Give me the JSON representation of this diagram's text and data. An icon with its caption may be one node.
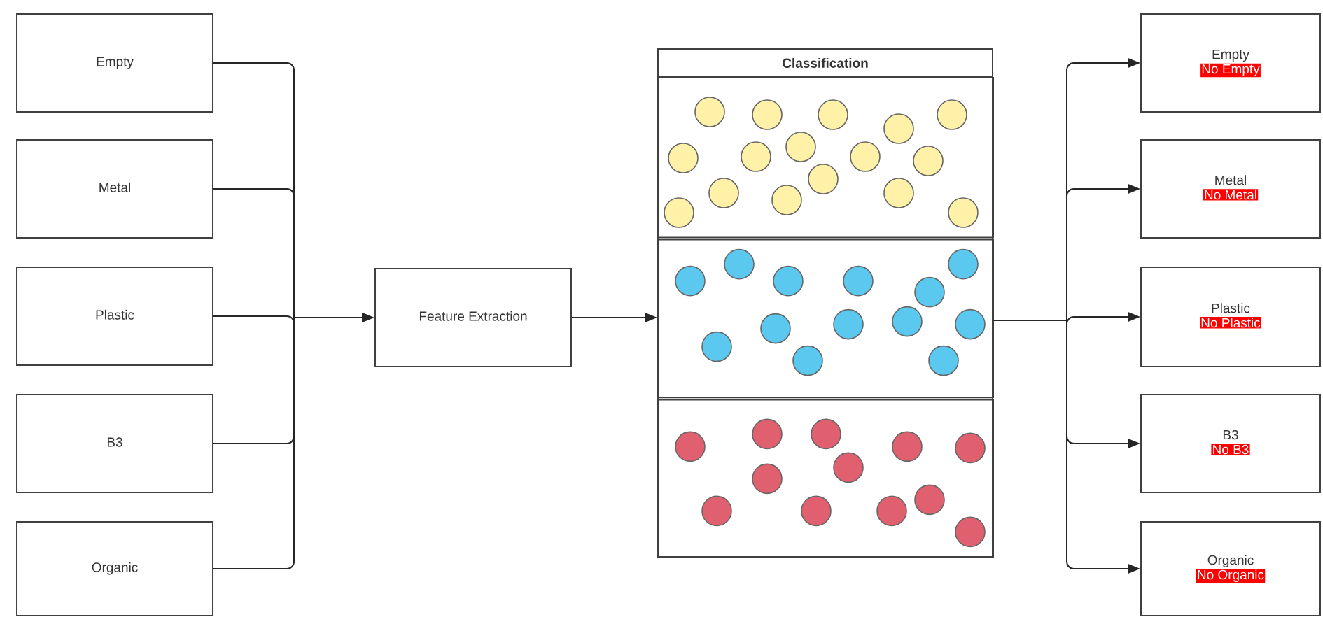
{
  "diagram": {
    "nodes": [
      {
        "text": [
          "Empty"
        ]
      },
      {
        "text": [
          "Metal"
        ]
      },
      {
        "text": [
          "Plastic"
        ]
      },
      {
        "text": [
          "B3"
        ]
      },
      {
        "text": [
          "Organic"
        ]
      },
      {
        "text": [
          "Feature Extraction"
        ]
      },
      {
        "text": [
          "Classification"
        ]
      },
      {
        "text": [],
        "shape": "box",
        "in": 6
      },
      {
        "text": [],
        "shape": "box",
        "in": 6
      },
      {
        "text": [],
        "shape": "box",
        "in": 6
      },
      {
        "text": [
          "Empty",
          "No Empty"
        ]
      },
      {
        "text": [
          "Metal",
          "No Metal"
        ]
      },
      {
        "text": [
          "Plastic",
          "No Plastic"
        ]
      },
      {
        "text": [
          "B3",
          "No B3"
        ]
      },
      {
        "text": [
          "Organic",
          "No Organic"
        ]
      }
    ],
    "edges": [
      {
        "from": 0,
        "to": 5,
        "arrow": "to"
      },
      {
        "from": 1,
        "to": 5,
        "arrow": "to"
      },
      {
        "from": 2,
        "to": 5,
        "arrow": "to"
      },
      {
        "from": 3,
        "to": 5,
        "arrow": "to"
      },
      {
        "from": 4,
        "to": 5,
        "arrow": "to"
      },
      {
        "from": 5,
        "to": 6,
        "arrow": "to"
      },
      {
        "from": 6,
        "to": 10,
        "arrow": "to"
      },
      {
        "from": 6,
        "to": 11,
        "arrow": "to"
      },
      {
        "from": 6,
        "to": 12,
        "arrow": "to"
      },
      {
        "from": 6,
        "to": 13,
        "arrow": "to"
      },
      {
        "from": 6,
        "to": 14,
        "arrow": "to"
      }
    ]
  }
}
